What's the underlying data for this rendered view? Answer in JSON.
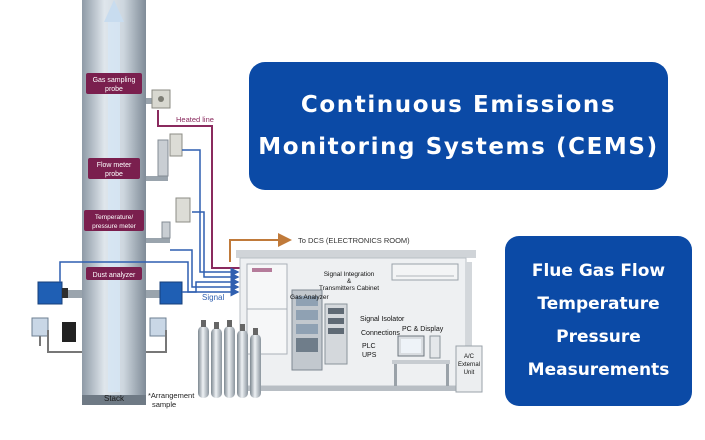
{
  "title": {
    "line1": "Continuous Emissions",
    "line2": "Monitoring Systems (CEMS)"
  },
  "measurements": [
    "Flue Gas Flow",
    "Temperature",
    "Pressure",
    "Measurements"
  ],
  "diagram": {
    "stack_label": "Stack",
    "probes": {
      "gas_sampling_1": "Gas sampling",
      "gas_sampling_2": "probe",
      "flow_meter_1": "Flow meter",
      "flow_meter_2": "probe",
      "temp_pressure_1": "Temperature/",
      "temp_pressure_2": "pressure meter",
      "dust_analyzer": "Dust analyzer"
    },
    "heated_line": "Heated line",
    "to_dcs": "To DCS (ELECTRONICS ROOM)",
    "signal": "Signal",
    "arrangement_1": "*Arrangement",
    "arrangement_2": "sample",
    "cabinet_1": "Signal Integration",
    "cabinet_2": "&",
    "cabinet_3": "Transmitters Cabinet",
    "gas_analyzer": "Gas Analyzer",
    "signal_isolator": "Signal Isolator",
    "connections": "Connections",
    "pc_display": "PC & Display",
    "plc": "PLC",
    "ups": "UPS",
    "ac_1": "A/C",
    "ac_2": "External",
    "ac_3": "Unit"
  },
  "colors": {
    "brand_blue": "#0b4aa6",
    "probe_label_bg": "#7a1f4e",
    "heated_line": "#8a2a5e",
    "signal_line": "#2f5fb0",
    "dcs_line": "#c07a3a"
  }
}
